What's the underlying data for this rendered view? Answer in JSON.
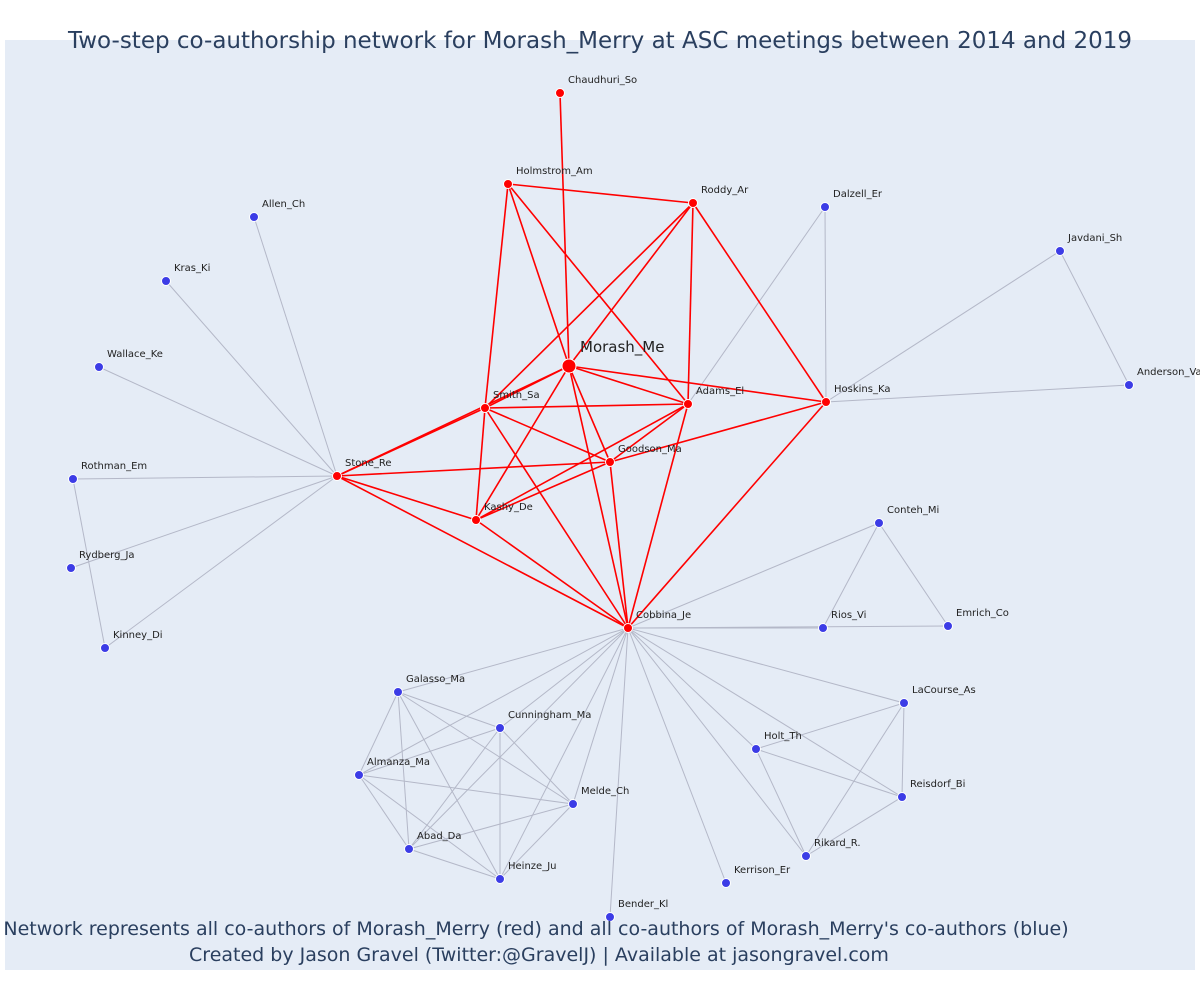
{
  "title": "Two-step co-authorship network for Morash_Merry at ASC meetings between 2014 and 2019",
  "footer": {
    "line1": "Network represents all co-authors of Morash_Merry (red) and all co-authors of Morash_Merry's co-authors (blue)",
    "line2": "Created by Jason Gravel (Twitter:@GravelJ) | Available at jasongravel.com"
  },
  "colors": {
    "direct": "#ff0000",
    "second_step": "#3c3ce6",
    "edge_direct": "#ff0000",
    "edge_second": "#b4b8c8",
    "background": "#e5ecf6"
  },
  "nodes": [
    {
      "id": "Morash_Me",
      "group": "ego"
    },
    {
      "id": "Chaudhuri_So",
      "group": "direct"
    },
    {
      "id": "Holmstrom_Am",
      "group": "direct"
    },
    {
      "id": "Roddy_Ar",
      "group": "direct"
    },
    {
      "id": "Smith_Sa",
      "group": "direct"
    },
    {
      "id": "Adams_El",
      "group": "direct"
    },
    {
      "id": "Hoskins_Ka",
      "group": "direct"
    },
    {
      "id": "Goodson_Ma",
      "group": "direct"
    },
    {
      "id": "Stone_Re",
      "group": "direct"
    },
    {
      "id": "Kashy_De",
      "group": "direct"
    },
    {
      "id": "Cobbina_Je",
      "group": "direct"
    },
    {
      "id": "Allen_Ch",
      "group": "second"
    },
    {
      "id": "Kras_Ki",
      "group": "second"
    },
    {
      "id": "Wallace_Ke",
      "group": "second"
    },
    {
      "id": "Rothman_Em",
      "group": "second"
    },
    {
      "id": "Rydberg_Ja",
      "group": "second"
    },
    {
      "id": "Kinney_Di",
      "group": "second"
    },
    {
      "id": "Dalzell_Er",
      "group": "second"
    },
    {
      "id": "Javdani_Sh",
      "group": "second"
    },
    {
      "id": "Anderson_Va",
      "group": "second"
    },
    {
      "id": "Conteh_Mi",
      "group": "second"
    },
    {
      "id": "Rios_Vi",
      "group": "second"
    },
    {
      "id": "Emrich_Co",
      "group": "second"
    },
    {
      "id": "Galasso_Ma",
      "group": "second"
    },
    {
      "id": "Cunningham_Ma",
      "group": "second"
    },
    {
      "id": "Almanza_Ma",
      "group": "second"
    },
    {
      "id": "Melde_Ch",
      "group": "second"
    },
    {
      "id": "Abad_Da",
      "group": "second"
    },
    {
      "id": "Heinze_Ju",
      "group": "second"
    },
    {
      "id": "LaCourse_As",
      "group": "second"
    },
    {
      "id": "Holt_Th",
      "group": "second"
    },
    {
      "id": "Reisdorf_Bi",
      "group": "second"
    },
    {
      "id": "Rikard_R.",
      "group": "second"
    },
    {
      "id": "Kerrison_Er",
      "group": "second"
    },
    {
      "id": "Bender_Kl",
      "group": "second"
    }
  ],
  "edges_direct": [
    [
      "Morash_Me",
      "Chaudhuri_So"
    ],
    [
      "Morash_Me",
      "Holmstrom_Am"
    ],
    [
      "Morash_Me",
      "Roddy_Ar"
    ],
    [
      "Morash_Me",
      "Smith_Sa"
    ],
    [
      "Morash_Me",
      "Adams_El"
    ],
    [
      "Morash_Me",
      "Hoskins_Ka"
    ],
    [
      "Morash_Me",
      "Goodson_Ma"
    ],
    [
      "Morash_Me",
      "Stone_Re"
    ],
    [
      "Morash_Me",
      "Kashy_De"
    ],
    [
      "Morash_Me",
      "Cobbina_Je"
    ],
    [
      "Holmstrom_Am",
      "Roddy_Ar"
    ],
    [
      "Holmstrom_Am",
      "Smith_Sa"
    ],
    [
      "Holmstrom_Am",
      "Adams_El"
    ],
    [
      "Roddy_Ar",
      "Hoskins_Ka"
    ],
    [
      "Roddy_Ar",
      "Adams_El"
    ],
    [
      "Roddy_Ar",
      "Smith_Sa"
    ],
    [
      "Smith_Sa",
      "Adams_El"
    ],
    [
      "Smith_Sa",
      "Stone_Re"
    ],
    [
      "Smith_Sa",
      "Kashy_De"
    ],
    [
      "Smith_Sa",
      "Goodson_Ma"
    ],
    [
      "Smith_Sa",
      "Cobbina_Je"
    ],
    [
      "Adams_El",
      "Goodson_Ma"
    ],
    [
      "Adams_El",
      "Kashy_De"
    ],
    [
      "Adams_El",
      "Cobbina_Je"
    ],
    [
      "Goodson_Ma",
      "Stone_Re"
    ],
    [
      "Goodson_Ma",
      "Kashy_De"
    ],
    [
      "Goodson_Ma",
      "Hoskins_Ka"
    ],
    [
      "Goodson_Ma",
      "Cobbina_Je"
    ],
    [
      "Stone_Re",
      "Kashy_De"
    ],
    [
      "Stone_Re",
      "Cobbina_Je"
    ],
    [
      "Kashy_De",
      "Cobbina_Je"
    ],
    [
      "Hoskins_Ka",
      "Cobbina_Je"
    ]
  ],
  "edges_second": [
    [
      "Stone_Re",
      "Allen_Ch"
    ],
    [
      "Stone_Re",
      "Kras_Ki"
    ],
    [
      "Stone_Re",
      "Wallace_Ke"
    ],
    [
      "Stone_Re",
      "Rothman_Em"
    ],
    [
      "Stone_Re",
      "Rydberg_Ja"
    ],
    [
      "Stone_Re",
      "Kinney_Di"
    ],
    [
      "Rothman_Em",
      "Kinney_Di"
    ],
    [
      "Hoskins_Ka",
      "Dalzell_Er"
    ],
    [
      "Adams_El",
      "Dalzell_Er"
    ],
    [
      "Hoskins_Ka",
      "Javdani_Sh"
    ],
    [
      "Hoskins_Ka",
      "Anderson_Va"
    ],
    [
      "Javdani_Sh",
      "Anderson_Va"
    ],
    [
      "Cobbina_Je",
      "Conteh_Mi"
    ],
    [
      "Cobbina_Je",
      "Rios_Vi"
    ],
    [
      "Cobbina_Je",
      "Emrich_Co"
    ],
    [
      "Conteh_Mi",
      "Rios_Vi"
    ],
    [
      "Conteh_Mi",
      "Emrich_Co"
    ],
    [
      "Cobbina_Je",
      "Galasso_Ma"
    ],
    [
      "Cobbina_Je",
      "Cunningham_Ma"
    ],
    [
      "Cobbina_Je",
      "Almanza_Ma"
    ],
    [
      "Cobbina_Je",
      "Melde_Ch"
    ],
    [
      "Cobbina_Je",
      "Abad_Da"
    ],
    [
      "Cobbina_Je",
      "Heinze_Ju"
    ],
    [
      "Cobbina_Je",
      "LaCourse_As"
    ],
    [
      "Cobbina_Je",
      "Holt_Th"
    ],
    [
      "Cobbina_Je",
      "Reisdorf_Bi"
    ],
    [
      "Cobbina_Je",
      "Rikard_R."
    ],
    [
      "Cobbina_Je",
      "Kerrison_Er"
    ],
    [
      "Cobbina_Je",
      "Bender_Kl"
    ],
    [
      "Galasso_Ma",
      "Cunningham_Ma"
    ],
    [
      "Galasso_Ma",
      "Almanza_Ma"
    ],
    [
      "Galasso_Ma",
      "Melde_Ch"
    ],
    [
      "Galasso_Ma",
      "Abad_Da"
    ],
    [
      "Galasso_Ma",
      "Heinze_Ju"
    ],
    [
      "Cunningham_Ma",
      "Almanza_Ma"
    ],
    [
      "Cunningham_Ma",
      "Melde_Ch"
    ],
    [
      "Cunningham_Ma",
      "Abad_Da"
    ],
    [
      "Cunningham_Ma",
      "Heinze_Ju"
    ],
    [
      "Almanza_Ma",
      "Melde_Ch"
    ],
    [
      "Almanza_Ma",
      "Abad_Da"
    ],
    [
      "Almanza_Ma",
      "Heinze_Ju"
    ],
    [
      "Melde_Ch",
      "Abad_Da"
    ],
    [
      "Melde_Ch",
      "Heinze_Ju"
    ],
    [
      "Abad_Da",
      "Heinze_Ju"
    ],
    [
      "LaCourse_As",
      "Holt_Th"
    ],
    [
      "LaCourse_As",
      "Reisdorf_Bi"
    ],
    [
      "LaCourse_As",
      "Rikard_R."
    ],
    [
      "Holt_Th",
      "Reisdorf_Bi"
    ],
    [
      "Holt_Th",
      "Rikard_R."
    ],
    [
      "Reisdorf_Bi",
      "Rikard_R."
    ]
  ]
}
